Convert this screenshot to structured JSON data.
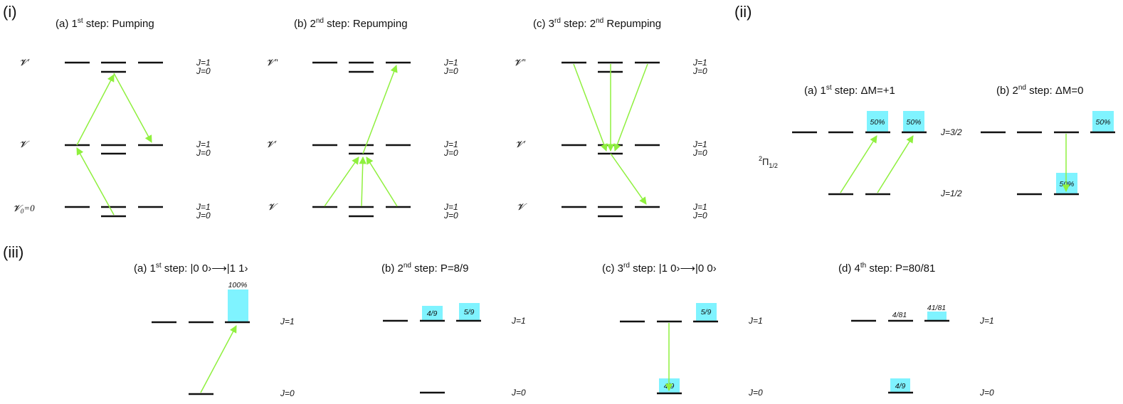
{
  "colors": {
    "level_line": "#111111",
    "arrow": "#8ff03e",
    "population_box": "#7ff3ff"
  },
  "section_i": {
    "label": "(i)",
    "j_labels": {
      "j1": "J=1",
      "j0": "J=0"
    },
    "panel_a": {
      "title_pre": "(a) 1",
      "title_sup": "st",
      "title_post": " step: Pumping",
      "v_top": "𝓥'",
      "v_mid": "𝓥",
      "v_bot_base": "𝓥",
      "v_bot_sub": "0",
      "v_bot_suffix": "=0"
    },
    "panel_b": {
      "title_pre": "(b) 2",
      "title_sup": "nd",
      "title_post": " step: Repumping",
      "v_top": "𝓥\"",
      "v_mid": "𝓥'",
      "v_bot": "𝓥"
    },
    "panel_c": {
      "title_pre": "(c) 3",
      "title_sup": "rd",
      "title_post": " step: 2",
      "title_sup2": "nd",
      "title_post2": " Repumping",
      "v_top": "𝓥\"",
      "v_mid": "𝓥'",
      "v_bot": "𝓥"
    }
  },
  "section_ii": {
    "label": "(ii)",
    "state_sup": "2",
    "state_main": "Π",
    "state_sub": "1/2",
    "j_upper": "J=3/2",
    "j_lower": "J=1/2",
    "panel_a": {
      "title_pre": "(a) 1",
      "title_sup": "st",
      "title_post": " step: ΔM=+1",
      "pop1": "50%",
      "pop2": "50%"
    },
    "panel_b": {
      "title_pre": "(b) 2",
      "title_sup": "nd",
      "title_post": " step: ΔM=0",
      "pop_upper": "50%",
      "pop_lower": "50%"
    }
  },
  "section_iii": {
    "label": "(iii)",
    "j_labels": {
      "j1": "J=1",
      "j0": "J=0"
    },
    "panel_a": {
      "title_pre": "(a) 1",
      "title_sup": "st",
      "title_post": " step: |0 0›⟶|1 1›",
      "pop": "100%"
    },
    "panel_b": {
      "title_pre": "(b) 2",
      "title_sup": "nd",
      "title_post": " step: P=8/9",
      "pop1": "4/9",
      "pop2": "5/9"
    },
    "panel_c": {
      "title_pre": "(c) 3",
      "title_sup": "rd",
      "title_post": " step: |1 0›⟶|0 0›",
      "pop_upper": "5/9",
      "pop_lower": "4/9"
    },
    "panel_d": {
      "title_pre": "(d) 4",
      "title_sup": "th",
      "title_post": " step: P=80/81",
      "pop1": "4/81",
      "pop2": "41/81",
      "pop_lower": "4/9"
    }
  }
}
